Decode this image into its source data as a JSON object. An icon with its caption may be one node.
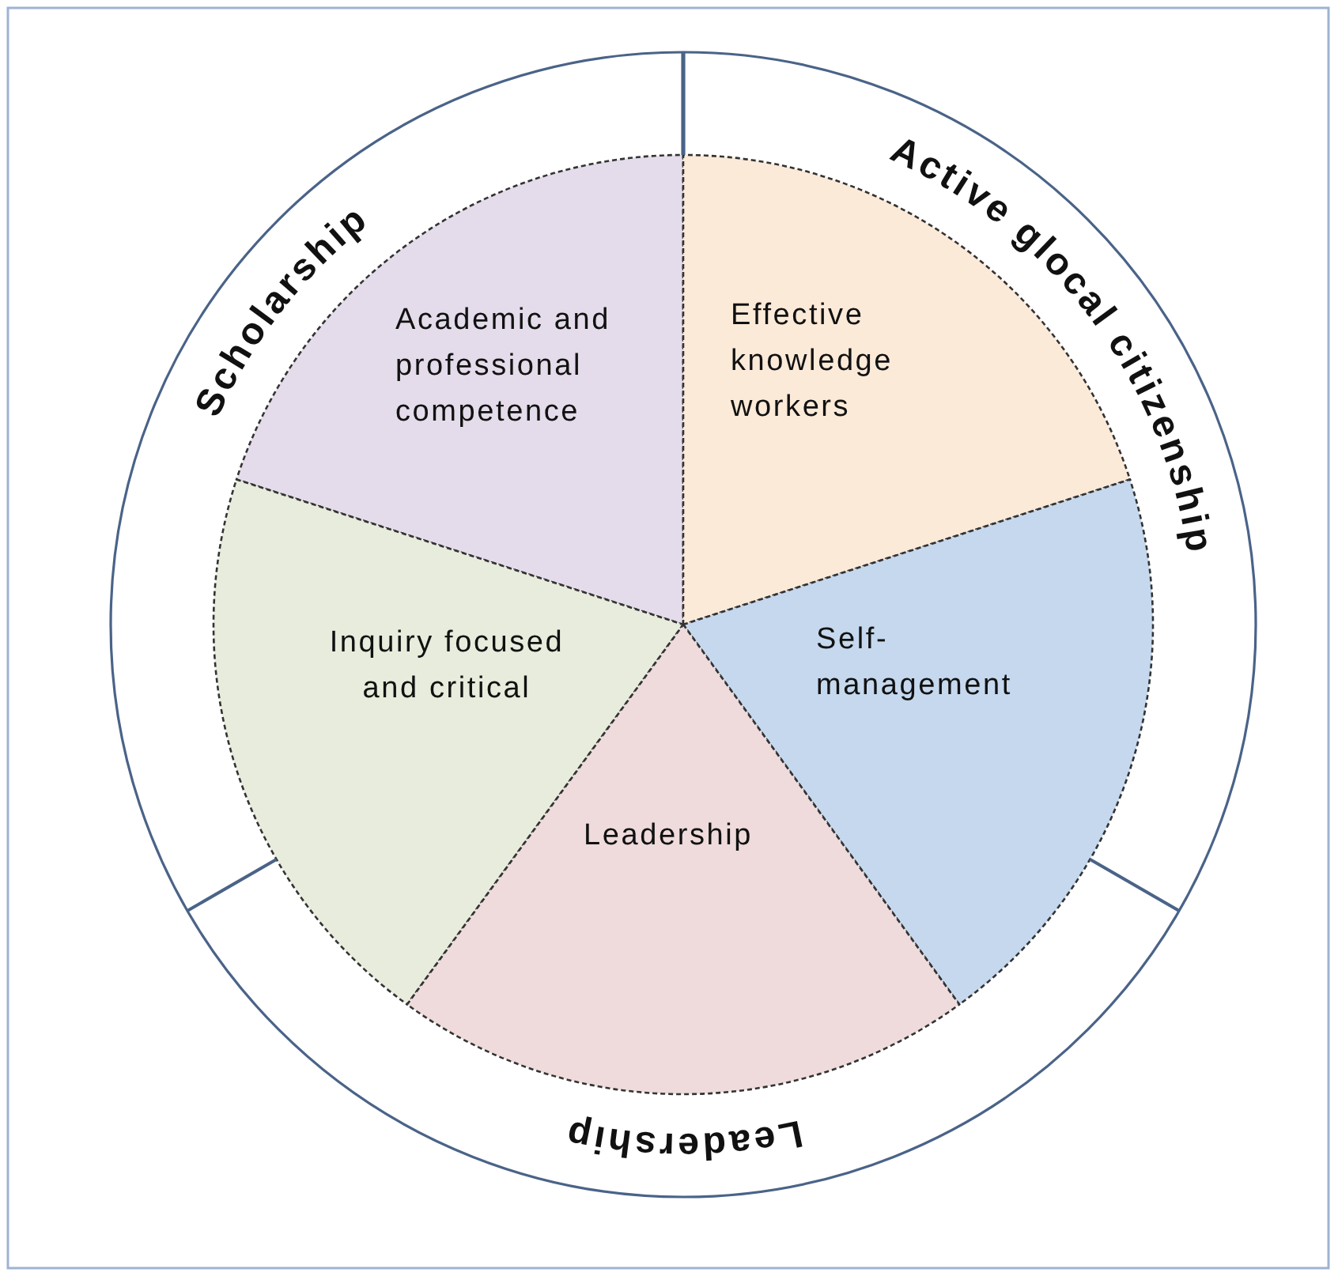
{
  "diagram": {
    "nodes": [
      {
        "text": [
          "Scholarship"
        ]
      },
      {
        "text": [
          "Active glocal citizenship"
        ]
      },
      {
        "text": [
          "Academic and professional competence"
        ]
      },
      {
        "text": [
          "Effective knowledge workers"
        ]
      },
      {
        "text": [
          "Inquiry focused and critical"
        ]
      },
      {
        "text": [
          "Self- management"
        ]
      },
      {
        "text": [
          "Leadership"
        ]
      },
      {
        "text": [
          "Leadership"
        ]
      }
    ]
  }
}
